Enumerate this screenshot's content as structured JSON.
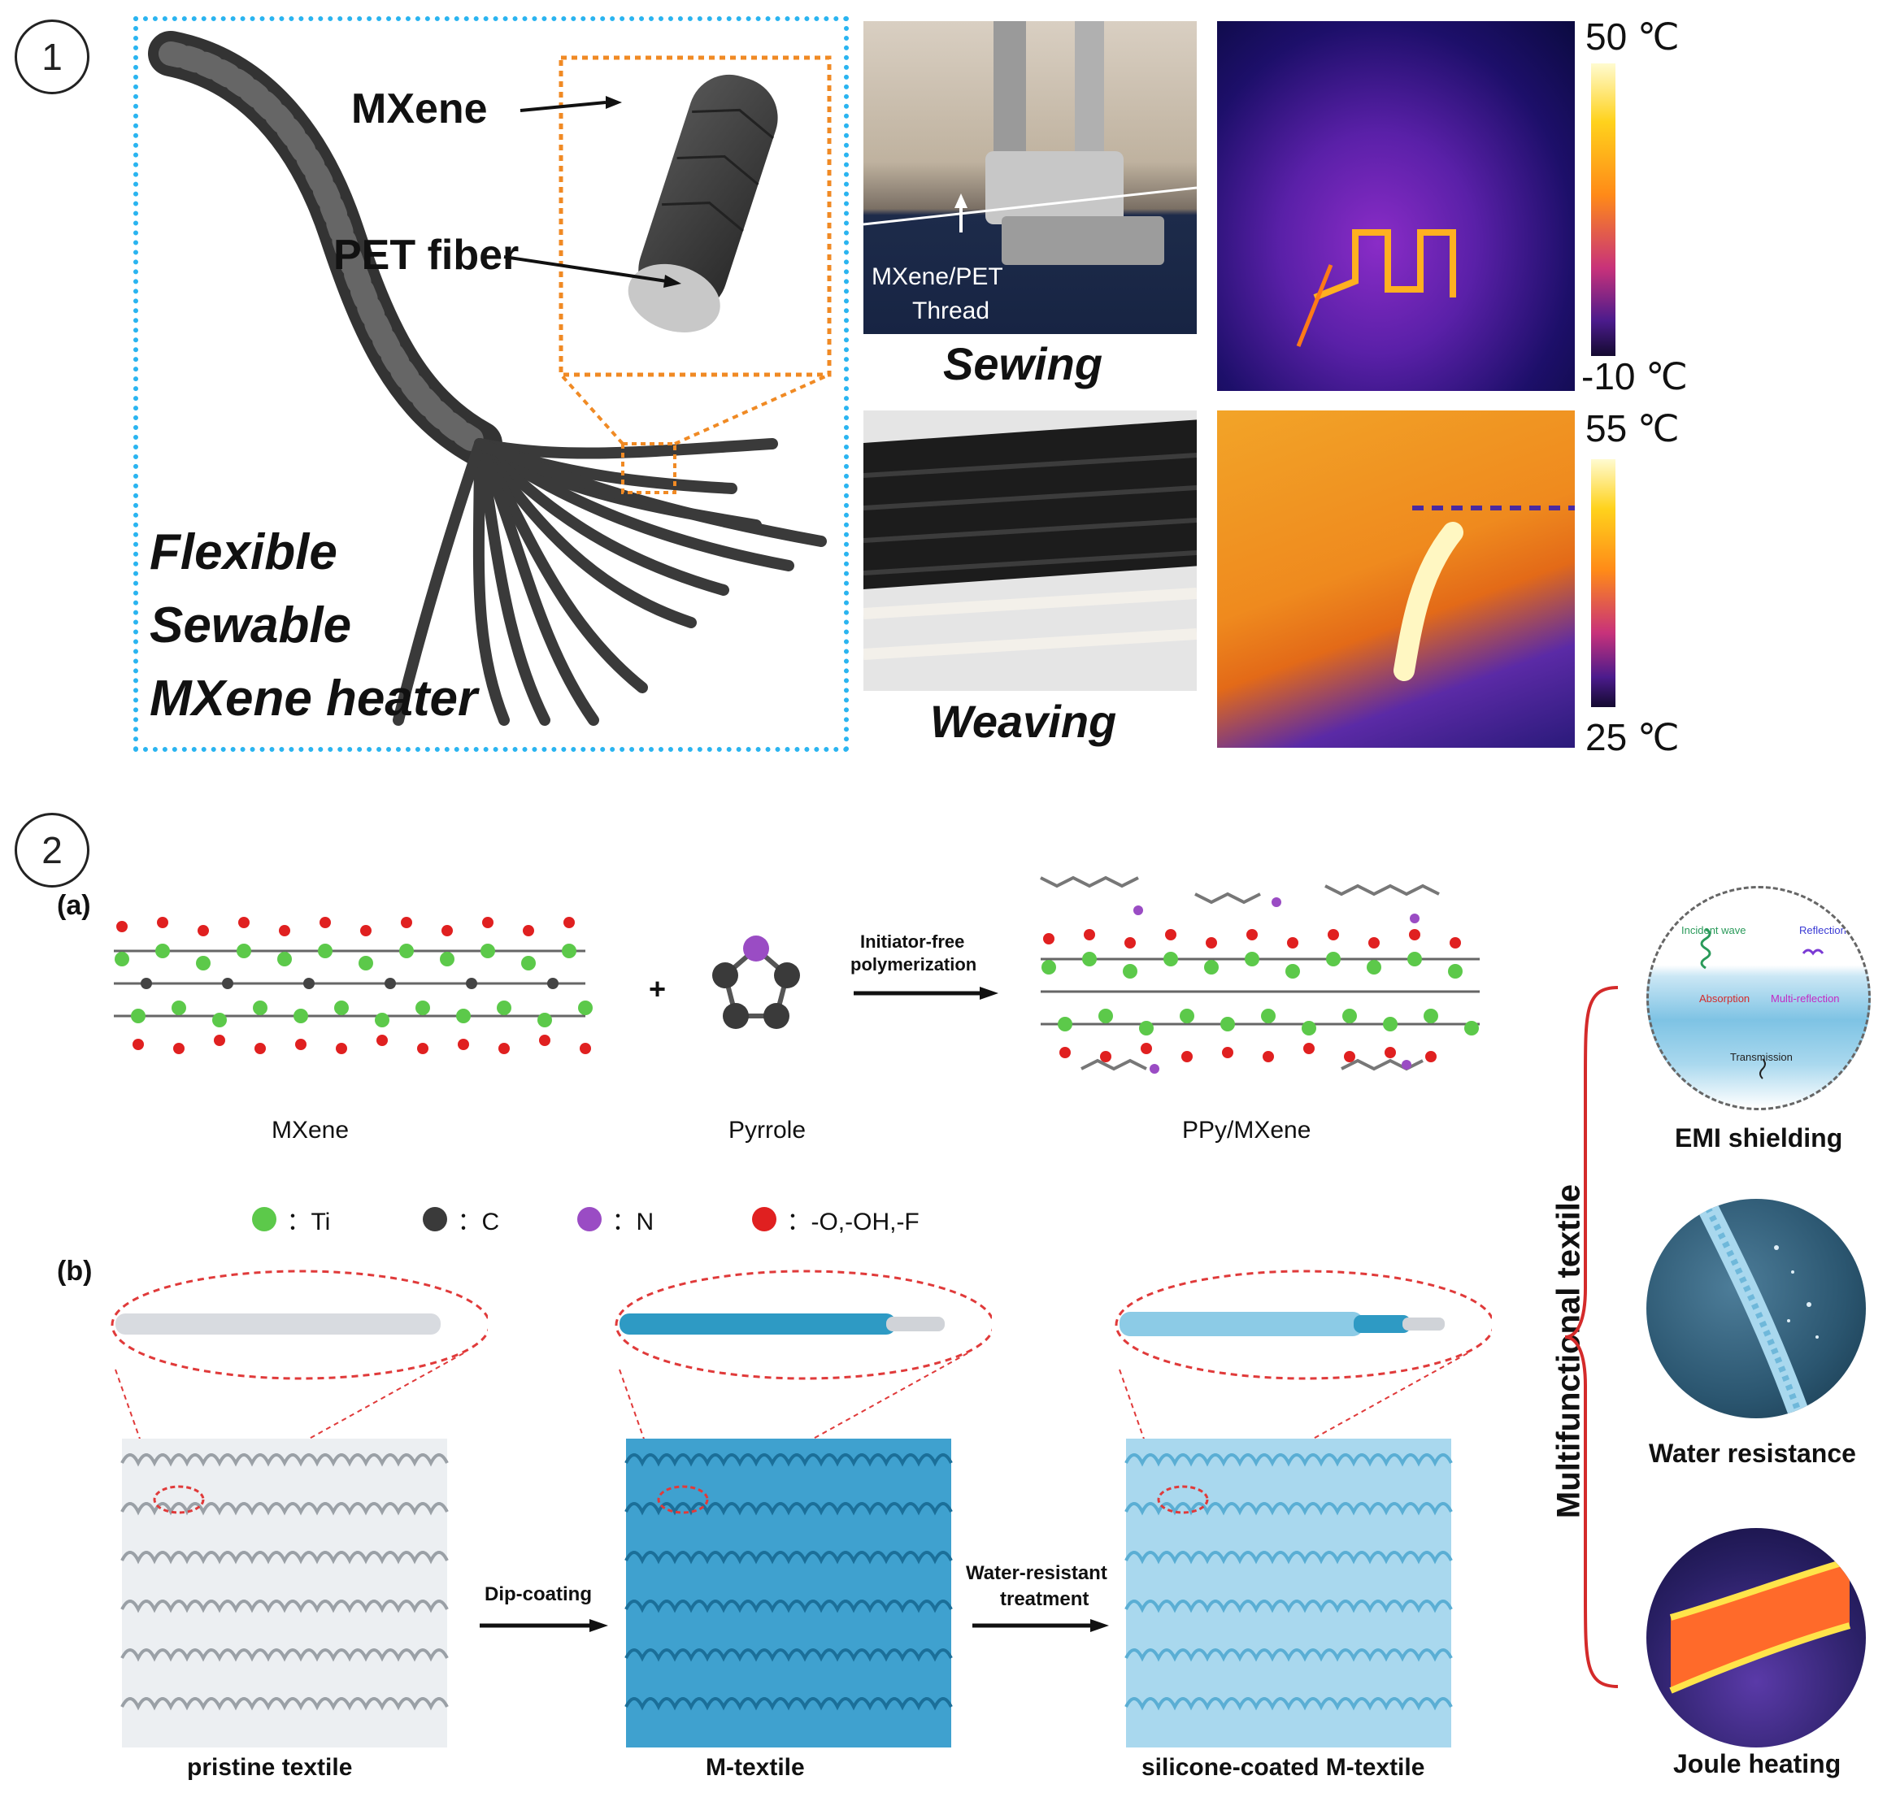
{
  "panel1": {
    "number": "1",
    "labels": {
      "mxene": "MXene",
      "pet_fiber": "PET fiber"
    },
    "heater_text": [
      "Flexible",
      "Sewable",
      "MXene heater"
    ],
    "sewing": {
      "label": "Sewing",
      "thread_label_1": "MXene/PET",
      "thread_label_2": "Thread"
    },
    "weaving": {
      "label": "Weaving"
    },
    "thermal_top": {
      "max": "50 ℃",
      "min": "-10 ℃"
    },
    "thermal_bottom": {
      "max": "55 ℃",
      "min": "25 ℃"
    }
  },
  "panel2": {
    "number": "2",
    "a": {
      "tag": "(a)",
      "plus": "+",
      "arrow_label_1": "Initiator-free",
      "arrow_label_2": "polymerization",
      "mxene": "MXene",
      "pyrrole": "Pyrrole",
      "ppy_mxene": "PPy/MXene"
    },
    "legend": [
      {
        "symbol": "Ti",
        "text": "：Ti",
        "color": "#5cc94a"
      },
      {
        "symbol": "C",
        "text": "：C",
        "color": "#3a3a3a"
      },
      {
        "symbol": "N",
        "text": "：N",
        "color": "#9a4cc4"
      },
      {
        "symbol": "O",
        "text": "：-O,-OH,-F",
        "color": "#e02020"
      }
    ],
    "b": {
      "tag": "(b)",
      "dip_coating": "Dip-coating",
      "water_treatment_1": "Water-resistant",
      "water_treatment_2": "treatment",
      "pristine": "pristine textile",
      "m_textile": "M-textile",
      "silicone": "silicone-coated M-textile"
    },
    "multifunctional": "Multifunctional textile",
    "emi": {
      "title": "EMI shielding",
      "incident": "Incident wave",
      "reflection": "Reflection",
      "absorption": "Absorption",
      "multi_reflection": "Multi-reflection",
      "transmission": "Transmission"
    },
    "water": "Water resistance",
    "joule": "Joule heating"
  }
}
